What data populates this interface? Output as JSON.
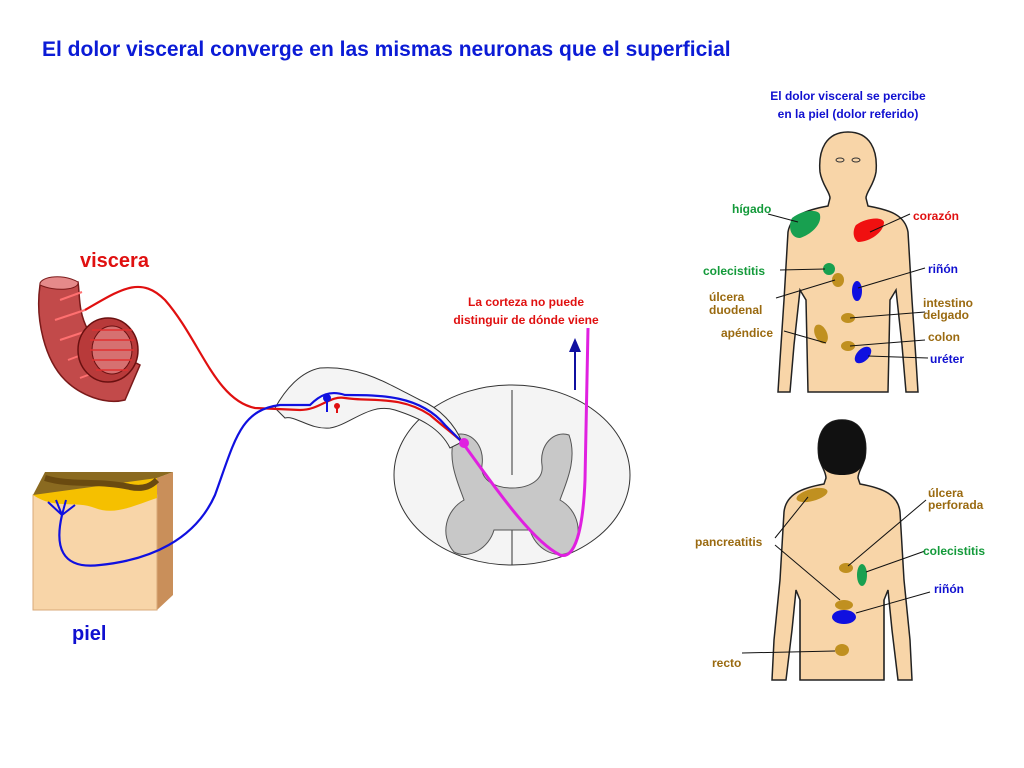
{
  "title": "El dolor visceral converge en las mismas neuronas que el superficial",
  "labels": {
    "viscera": "viscera",
    "piel": "piel",
    "cortex_line1": "La corteza no puede",
    "cortex_line2": "distinguir de dónde viene",
    "front_title_line1": "El dolor visceral se percibe",
    "front_title_line2": "en la piel (dolor referido)"
  },
  "front_organs": {
    "higado": "hígado",
    "corazon": "corazón",
    "colecistitis": "colecistitis",
    "rinon": "riñón",
    "ulcera": "úlcera",
    "duodenal": "duodenal",
    "intestino": "intestino",
    "delgado": "delgado",
    "apendice": "apéndice",
    "colon": "colon",
    "ureter": "uréter"
  },
  "back_organs": {
    "ulcera": "úlcera",
    "perforada": "perforada",
    "pancreatitis": "pancreatitis",
    "colecistitis": "colecistitis",
    "rinon": "riñón",
    "recto": "recto"
  },
  "colors": {
    "title": "#0b1bd6",
    "visceral_fiber": "#e01010",
    "skin_fiber": "#1010e0",
    "spinal_tract": "#e020e0",
    "label_green": "#139a3a",
    "label_red": "#e01010",
    "label_blue": "#1010d0",
    "label_brown": "#9a6a10",
    "skin_tone": "#f8d5a8",
    "organ_green": "#18a050",
    "organ_red": "#f01010",
    "organ_blue": "#1010e0",
    "organ_brown": "#c09020"
  }
}
